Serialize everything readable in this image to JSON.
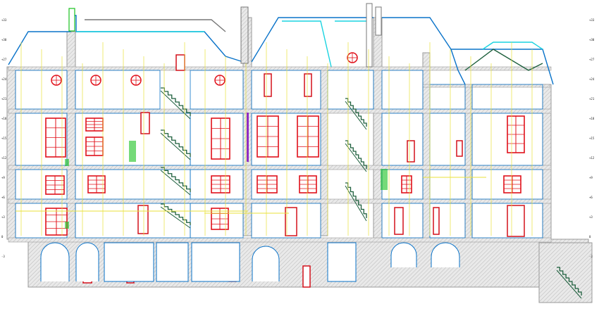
{
  "drawing": {
    "colors": {
      "background": "#ffffff",
      "wall_hatch": "#d7d7d7",
      "wall_stroke": "#9a9a9a",
      "structure": "#0a73c9",
      "window_frame": "#e0101a",
      "door": "#d4101a",
      "stair": "#1b5e3b",
      "annotation_green": "#19c21e",
      "annotation_yellow": "#e9e23a",
      "roof_cyan": "#1ad3e0",
      "ornament_purple": "#8f2cc4",
      "dimension_text": "#222222"
    },
    "level_labels": [
      "+33",
      "+30",
      "+27",
      "+24",
      "+21",
      "+18",
      "+15",
      "+12",
      "+9",
      "+6",
      "+3",
      "0",
      "-3"
    ],
    "icons": {
      "chimney": "chimney-icon",
      "stair": "stair-icon",
      "window": "window-icon",
      "door": "door-icon",
      "arch": "arch-icon"
    }
  }
}
